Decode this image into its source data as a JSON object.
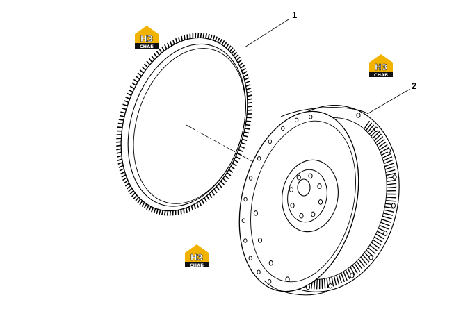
{
  "callouts": [
    {
      "label": "1"
    },
    {
      "label": "2"
    }
  ],
  "watermarks": [
    {
      "top_text": "НЗ",
      "bottom_text": "СНАБ"
    },
    {
      "top_text": "НЗ",
      "bottom_text": "СНАБ"
    },
    {
      "top_text": "НЗ",
      "bottom_text": "СНАБ"
    }
  ],
  "colors": {
    "logo_yellow": "#f2b300",
    "logo_black": "#111111",
    "line": "#000000"
  }
}
